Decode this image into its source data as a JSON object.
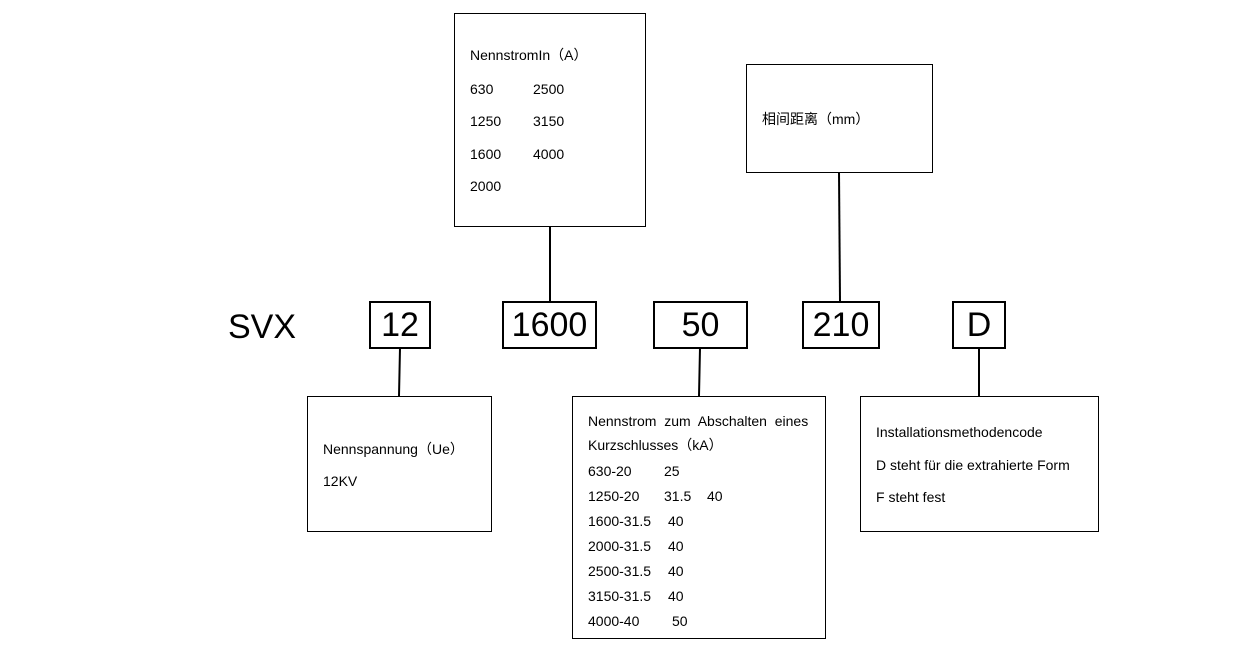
{
  "prefix": "SVX",
  "codes": {
    "ue": "12",
    "in": "1600",
    "isc": "50",
    "phase": "210",
    "install": "D"
  },
  "rated_current": {
    "title": "NennstromIn（A）",
    "rows": [
      [
        "630",
        "2500"
      ],
      [
        "1250",
        "3150"
      ],
      [
        "1600",
        "4000"
      ],
      [
        "2000",
        ""
      ]
    ]
  },
  "phase_distance": {
    "title": "相间距离（mm）"
  },
  "rated_voltage": {
    "title": "Nennspannung（Ue）",
    "value": "12KV"
  },
  "short_circuit": {
    "title_line1": "Nennstrom  zum  Abschalten  eines",
    "title_line2": "Kurzschlusses（kA）",
    "rows": [
      [
        "630-20",
        "25",
        ""
      ],
      [
        "1250-20",
        "31.5",
        "40"
      ],
      [
        "1600-31.5",
        "40",
        ""
      ],
      [
        "2000-31.5",
        "40",
        ""
      ],
      [
        "2500-31.5",
        "40",
        ""
      ],
      [
        "3150-31.5",
        "40",
        ""
      ],
      [
        "4000-40",
        "50",
        ""
      ]
    ]
  },
  "installation": {
    "title": "Installationsmethodencode",
    "line1": "D steht für die extrahierte Form",
    "line2": "F steht fest"
  }
}
